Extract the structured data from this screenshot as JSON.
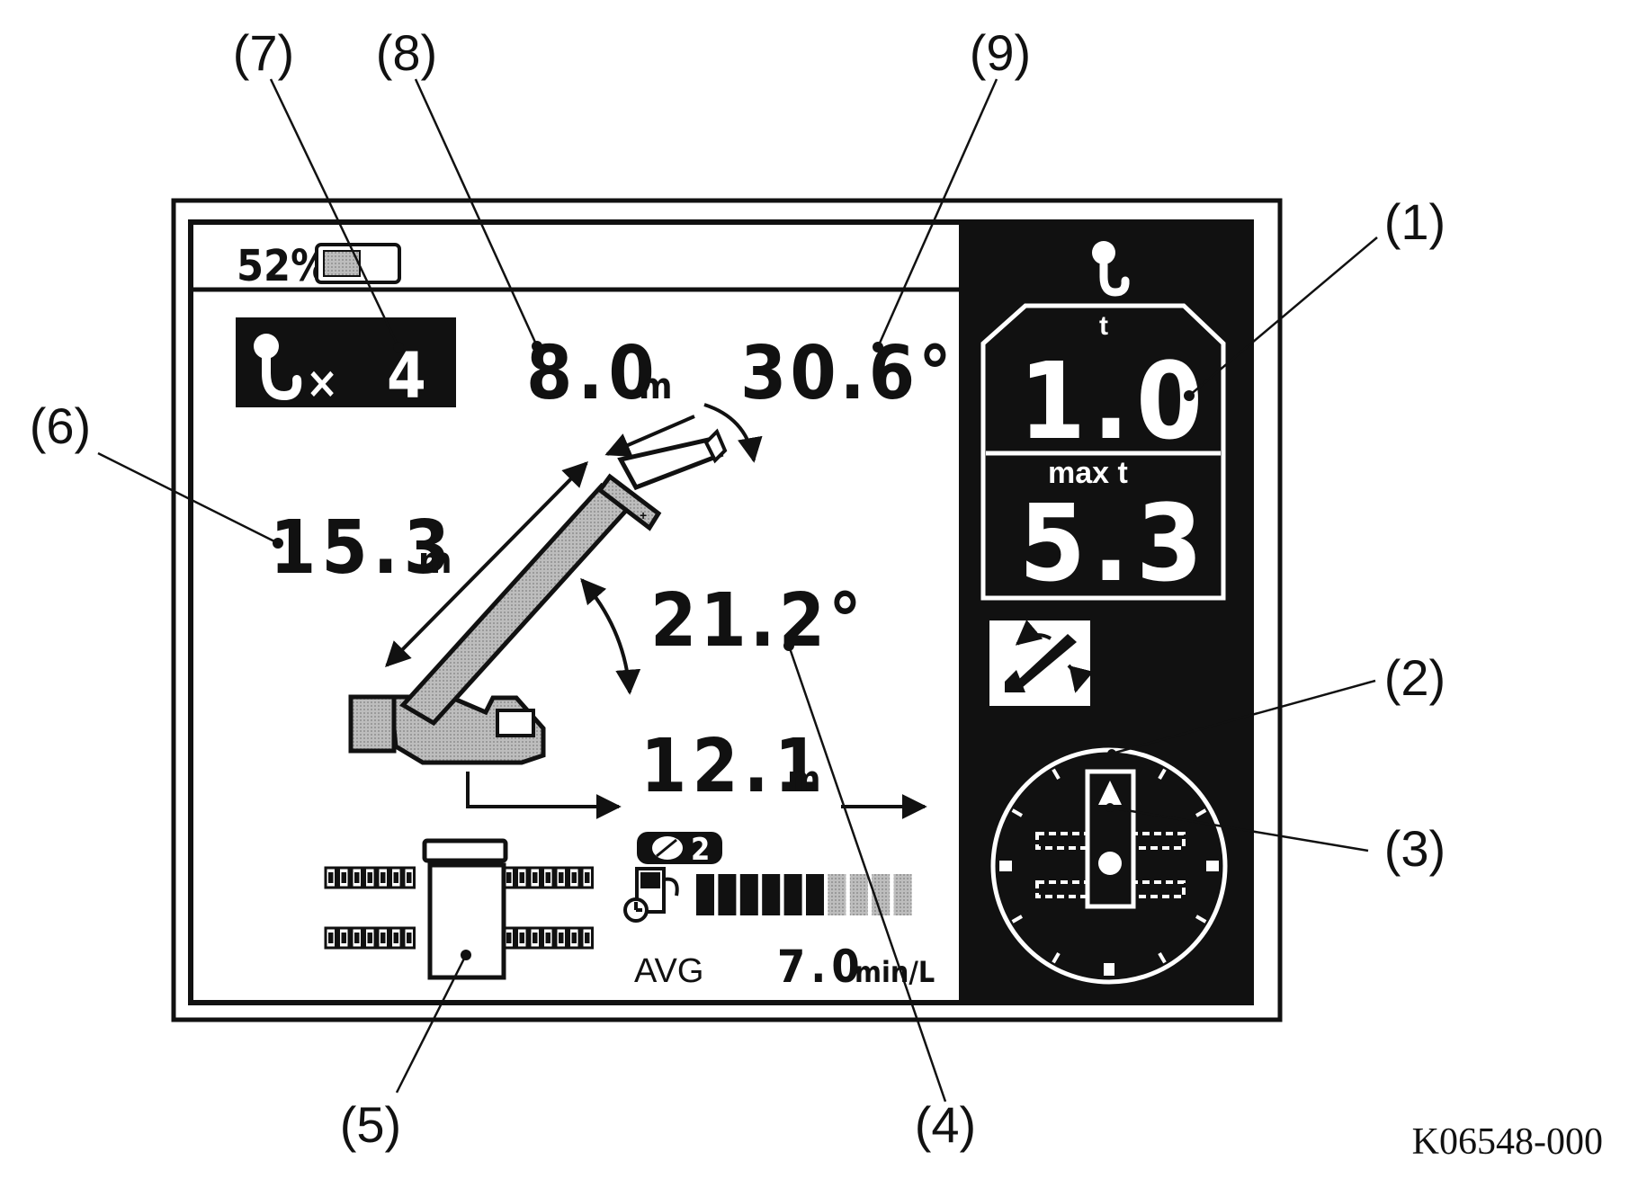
{
  "callouts": {
    "c1": "(1)",
    "c2": "(2)",
    "c3": "(3)",
    "c4": "(4)",
    "c5": "(5)",
    "c6": "(6)",
    "c7": "(7)",
    "c8": "(8)",
    "c9": "(9)"
  },
  "figure_code": "K06548-000",
  "status_bar": {
    "battery_percent_label": "52%",
    "battery_level_percent": 52
  },
  "hook_block": {
    "multiplier": "×",
    "falls": "4"
  },
  "boom": {
    "tip_length": {
      "value": "8.0",
      "unit": "m"
    },
    "tip_angle": "30.6°",
    "boom_length": {
      "value": "15.3",
      "unit": "m"
    },
    "boom_angle": "21.2°",
    "working_radius": {
      "value": "12.1",
      "unit": "m"
    }
  },
  "eco": {
    "mode_level": "2"
  },
  "fuel": {
    "avg_label": "AVG",
    "avg_value": "7.0",
    "avg_unit": "min/L",
    "bar_segments_total": 10,
    "bar_segments_filled": 6
  },
  "load_panel": {
    "actual_unit": "t",
    "actual_value": "1.0",
    "max_label": "max t",
    "max_value": "5.3"
  },
  "icons": {
    "hook": "hook-icon",
    "battery": "battery-icon",
    "boom_mode": "boom-angle-mode-icon",
    "slew_indicator": "slew-position-icon",
    "crawler": "crawler-top-view-icon",
    "eco": "eco-leaf-icon",
    "fuel": "fuel-pump-icon"
  }
}
